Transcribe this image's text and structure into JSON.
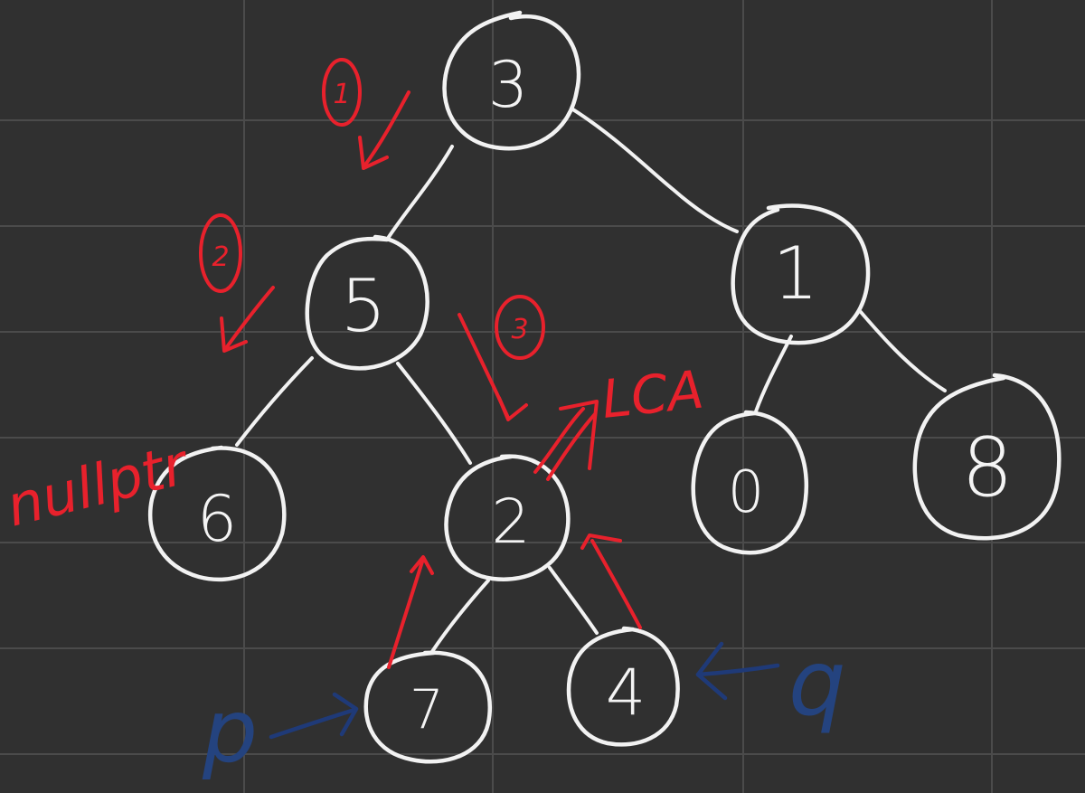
{
  "colors": {
    "background": "#303030",
    "grid": "#4b4b4b",
    "chalk": "#f2f2f2",
    "annotation_red": "#e8212c",
    "annotation_blue": "#1f3a78"
  },
  "tree": {
    "nodes": {
      "n3": "3",
      "n5": "5",
      "n1": "1",
      "n6": "6",
      "n2": "2",
      "n0": "0",
      "n8": "8",
      "n7": "7",
      "n4": "4"
    }
  },
  "annotations": {
    "step1": "1",
    "step2": "2",
    "step3": "3",
    "nullptr": "nullptr",
    "lca": "LCA",
    "p": "p",
    "q": "q"
  }
}
